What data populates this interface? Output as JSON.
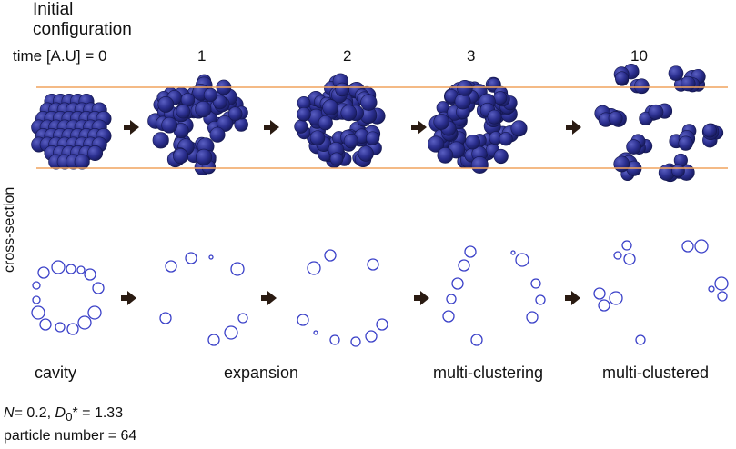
{
  "title_line1": "Initial",
  "title_line2": "configuration",
  "time_label": "time [A.U] = 0",
  "time_ticks": [
    "1",
    "2",
    "3",
    "10"
  ],
  "row_label": "cross-section",
  "phases": [
    "cavity",
    "expansion",
    "multi-clustering",
    "multi-clustered"
  ],
  "param_N_symbol": "N",
  "param_N_text": "= 0.2,",
  "param_D_symbol": "D",
  "param_D_sub": "0",
  "param_D_text": "* = 1.33",
  "particle_text": "particle number = 64",
  "colors": {
    "particle": "#2b2f8f",
    "particle_highlight": "#5a5fc2",
    "guide_line": "#f0a35e",
    "arrow": "#2a1b12",
    "ring": "#3a40c8"
  }
}
